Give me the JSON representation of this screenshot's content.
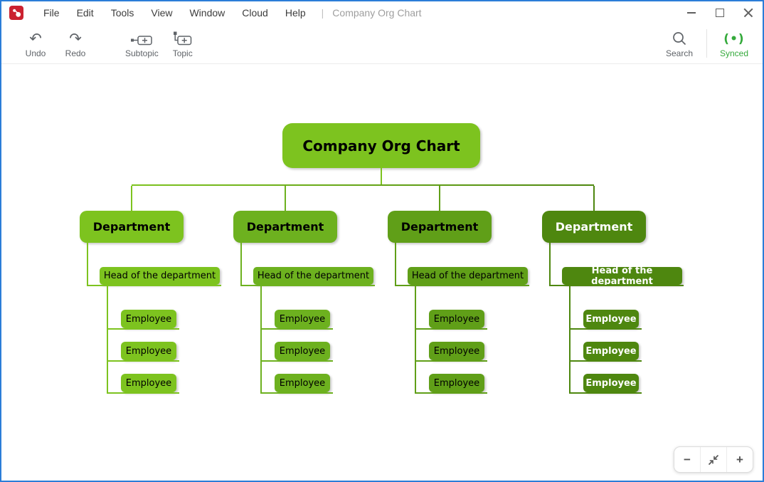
{
  "window": {
    "border_color": "#2b7dd8",
    "controls": {
      "minimize": "minimize",
      "maximize": "maximize",
      "close": "close"
    }
  },
  "menubar": {
    "items": [
      "File",
      "Edit",
      "Tools",
      "View",
      "Window",
      "Cloud",
      "Help"
    ],
    "separator": "|",
    "document_title": "Company Org Chart"
  },
  "toolbar": {
    "undo_label": "Undo",
    "undo_glyph": "↶",
    "redo_label": "Redo",
    "redo_glyph": "↷",
    "subtopic_label": "Subtopic",
    "topic_label": "Topic",
    "search_label": "Search",
    "synced_label": "Synced",
    "synced_icon": "(•)",
    "synced_color": "#35aa3c"
  },
  "canvas": {
    "root": {
      "label": "Company Org Chart",
      "fill": "#7dc31f",
      "text_color": "#000000"
    },
    "groups": [
      {
        "label": "Department",
        "head": "Head of the department",
        "employees": [
          "Employee",
          "Employee",
          "Employee"
        ],
        "fill": "#7dc31f",
        "text_color": "#000000"
      },
      {
        "label": "Department",
        "head": "Head of the department",
        "employees": [
          "Employee",
          "Employee",
          "Employee"
        ],
        "fill": "#6db11f",
        "text_color": "#000000"
      },
      {
        "label": "Department",
        "head": "Head of the department",
        "employees": [
          "Employee",
          "Employee",
          "Employee"
        ],
        "fill": "#609f18",
        "text_color": "#000000"
      },
      {
        "label": "Department",
        "head": "Head of the department",
        "employees": [
          "Employee",
          "Employee",
          "Employee"
        ],
        "fill": "#4e870f",
        "text_color": "#ffffff"
      }
    ]
  },
  "zoom_controls": {
    "zoom_out": "−",
    "zoom_in": "+"
  }
}
